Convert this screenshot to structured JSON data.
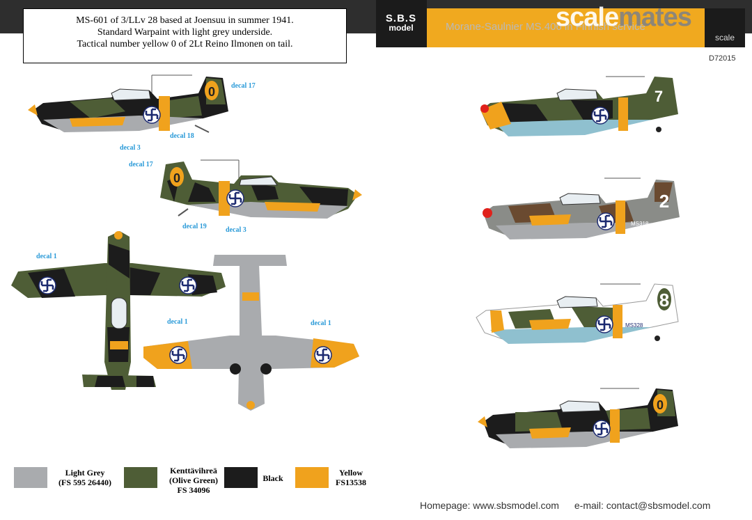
{
  "caption": {
    "line1": "MS-601 of 3/LLv 28 based at Joensuu in summer 1941.",
    "line2": "Standard Warpaint with light grey underside.",
    "line3": "Tactical number yellow 0 of 2Lt Reino Ilmonen on tail."
  },
  "header": {
    "brand_line1": "S.B.S",
    "brand_line2": "model",
    "band_title": "Morane-Saulnier MS.406 in Finnish service",
    "scale_label": "scale",
    "product_code": "D72015"
  },
  "watermark": {
    "part1": "scale",
    "part2": "mates"
  },
  "decals": {
    "d17a": "decal 17",
    "d3a": "decal 3",
    "d18": "decal 18",
    "d17b": "decal 17",
    "d19": "decal 19",
    "d3b": "decal 3",
    "d1a": "decal 1",
    "d1b": "decal 1",
    "d1c": "decal 1"
  },
  "aircraft_markings": {
    "tail_a": "0",
    "tail_b": "0",
    "tail_c": "7",
    "tail_d": "2",
    "tail_e": "8",
    "tail_f": "0",
    "serial_d": "MS318",
    "serial_e": "MS328"
  },
  "colors": [
    {
      "line1": "Light Grey",
      "line2": "(FS 595 26440)",
      "line3": "",
      "hex": "#a9abae"
    },
    {
      "line1": "Kenttävihreä",
      "line2": "(Olive Green)",
      "line3": "FS 34096",
      "hex": "#4e5d36"
    },
    {
      "line1": "Black",
      "line2": "",
      "line3": "",
      "hex": "#1c1c1c"
    },
    {
      "line1": "Yellow",
      "line2": "FS13538",
      "line3": "",
      "hex": "#f0a21d"
    }
  ],
  "footer": {
    "homepage": "Homepage: www.sbsmodel.com",
    "email": "e-mail: contact@sbsmodel.com"
  }
}
